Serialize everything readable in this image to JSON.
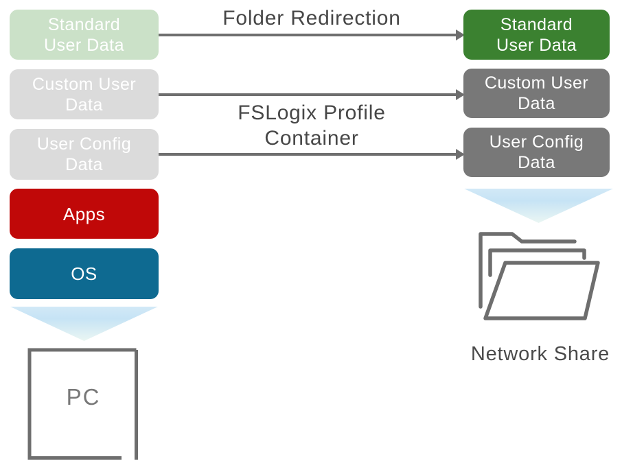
{
  "left_column": {
    "boxes": [
      {
        "label": "Standard\nUser Data",
        "bg": "#cbe1c8",
        "text_color": "#ffffff"
      },
      {
        "label": "Custom User\nData",
        "bg": "#dbdbdb",
        "text_color": "#ffffff"
      },
      {
        "label": "User Config\nData",
        "bg": "#dbdbdb",
        "text_color": "#ffffff"
      },
      {
        "label": "Apps",
        "bg": "#c00808",
        "text_color": "#ffffff"
      },
      {
        "label": "OS",
        "bg": "#0e6a91",
        "text_color": "#ffffff"
      }
    ],
    "device_label": "PC",
    "icons": [
      "down-funnel-icon",
      "pc-outline-icon"
    ]
  },
  "connections": {
    "folder_redirection_label": "Folder Redirection",
    "fslogix_label": "FSLogix Profile\nContainer",
    "arrow_color": "#6f6f6f",
    "label_color": "#474747"
  },
  "right_column": {
    "boxes": [
      {
        "label": "Standard\nUser Data",
        "bg": "#3b8130",
        "text_color": "#ffffff"
      },
      {
        "label": "Custom User\nData",
        "bg": "#787878",
        "text_color": "#ffffff"
      },
      {
        "label": "User Config\nData",
        "bg": "#787878",
        "text_color": "#ffffff"
      }
    ],
    "share_label": "Network Share",
    "icons": [
      "down-funnel-icon",
      "open-folder-icon"
    ]
  },
  "colors": {
    "outline_gray": "#6e6e6e",
    "funnel_top": "#c6e3f5",
    "funnel_bottom": "#eaf6f3",
    "background": "#ffffff",
    "pc_text": "#787878",
    "share_text": "#4a4a4a"
  }
}
